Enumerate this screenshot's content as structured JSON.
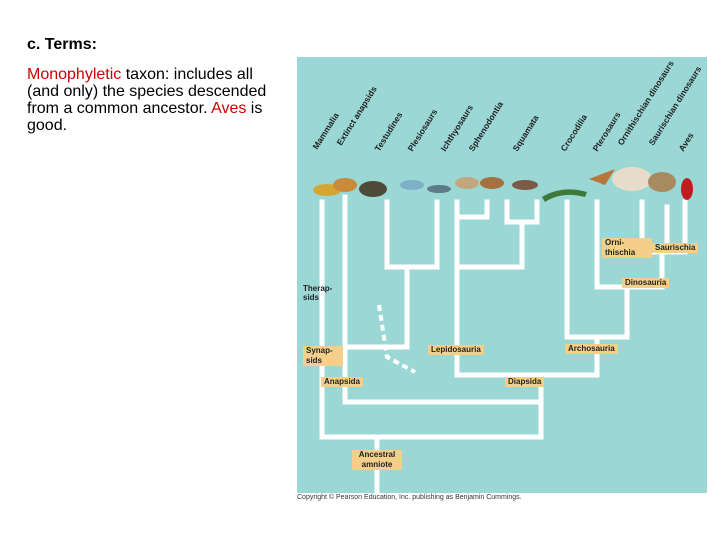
{
  "heading": "c. Terms:",
  "paragraph": {
    "term1": "Monophyletic",
    "text1": " taxon: includes all (and only) the species descended from a common ancestor. ",
    "term2": "Aves",
    "text2": " is good."
  },
  "figure": {
    "taxa": [
      "Mammalia",
      "Extinct anapsids",
      "Testudines",
      "Plesiosaurs",
      "Ichthyosaurs",
      "Sphenodontia",
      "Squamata",
      "Crocodilia",
      "Pterosaurs",
      "Ornithischian dinosaurs",
      "Saurischian dinosaurs",
      "Aves"
    ],
    "labels": {
      "ornithischia": "Orni-thischia",
      "saurischia": "Saurischia",
      "dinosauria": "Dinosauria",
      "therapsids": "Therap-sids",
      "synapsids": "Synap-sids",
      "lepidosauria": "Lepidosauria",
      "archosauria": "Archosauria",
      "anapsida": "Anapsida",
      "diapsida": "Diapsida",
      "ancestral_amniote": "Ancestral amniote"
    },
    "colors": {
      "background": "#9ad7d5",
      "tree": "#ffffff",
      "label_box": "#f3cf8a",
      "highlight": "#cc0000"
    }
  },
  "caption": "Copyright © Pearson Education, Inc. publishing as Benjamin Cummings."
}
